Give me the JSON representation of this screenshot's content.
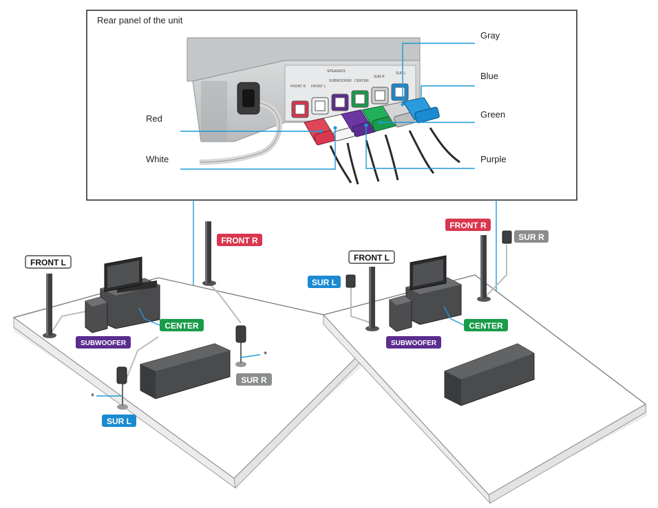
{
  "panel": {
    "title": "Rear panel of the unit",
    "port_labels": [
      "FRONT R",
      "FRONT L",
      "SUBWOOFER",
      "CENTER",
      "SUR R",
      "SUR L"
    ],
    "speakers_label": "SPEAKERS"
  },
  "cable_labels": {
    "gray": "Gray",
    "blue": "Blue",
    "green": "Green",
    "purple": "Purple",
    "red": "Red",
    "white": "White"
  },
  "colors": {
    "red": "#d9364f",
    "white": "#ffffff",
    "purple": "#5b2d8e",
    "green": "#1a9b4b",
    "gray": "#8a8c8e",
    "blue": "#1a8ad1",
    "leader": "#1f9ad6"
  },
  "room_left": {
    "front_l": "FRONT L",
    "front_r": "FRONT R",
    "center": "CENTER",
    "subwoofer": "SUBWOOFER",
    "sur_l": "SUR L",
    "sur_r": "SUR R",
    "asterisk": "*"
  },
  "room_right": {
    "front_l": "FRONT L",
    "front_r": "FRONT R",
    "center": "CENTER",
    "subwoofer": "SUBWOOFER",
    "sur_l": "SUR L",
    "sur_r": "SUR R"
  }
}
